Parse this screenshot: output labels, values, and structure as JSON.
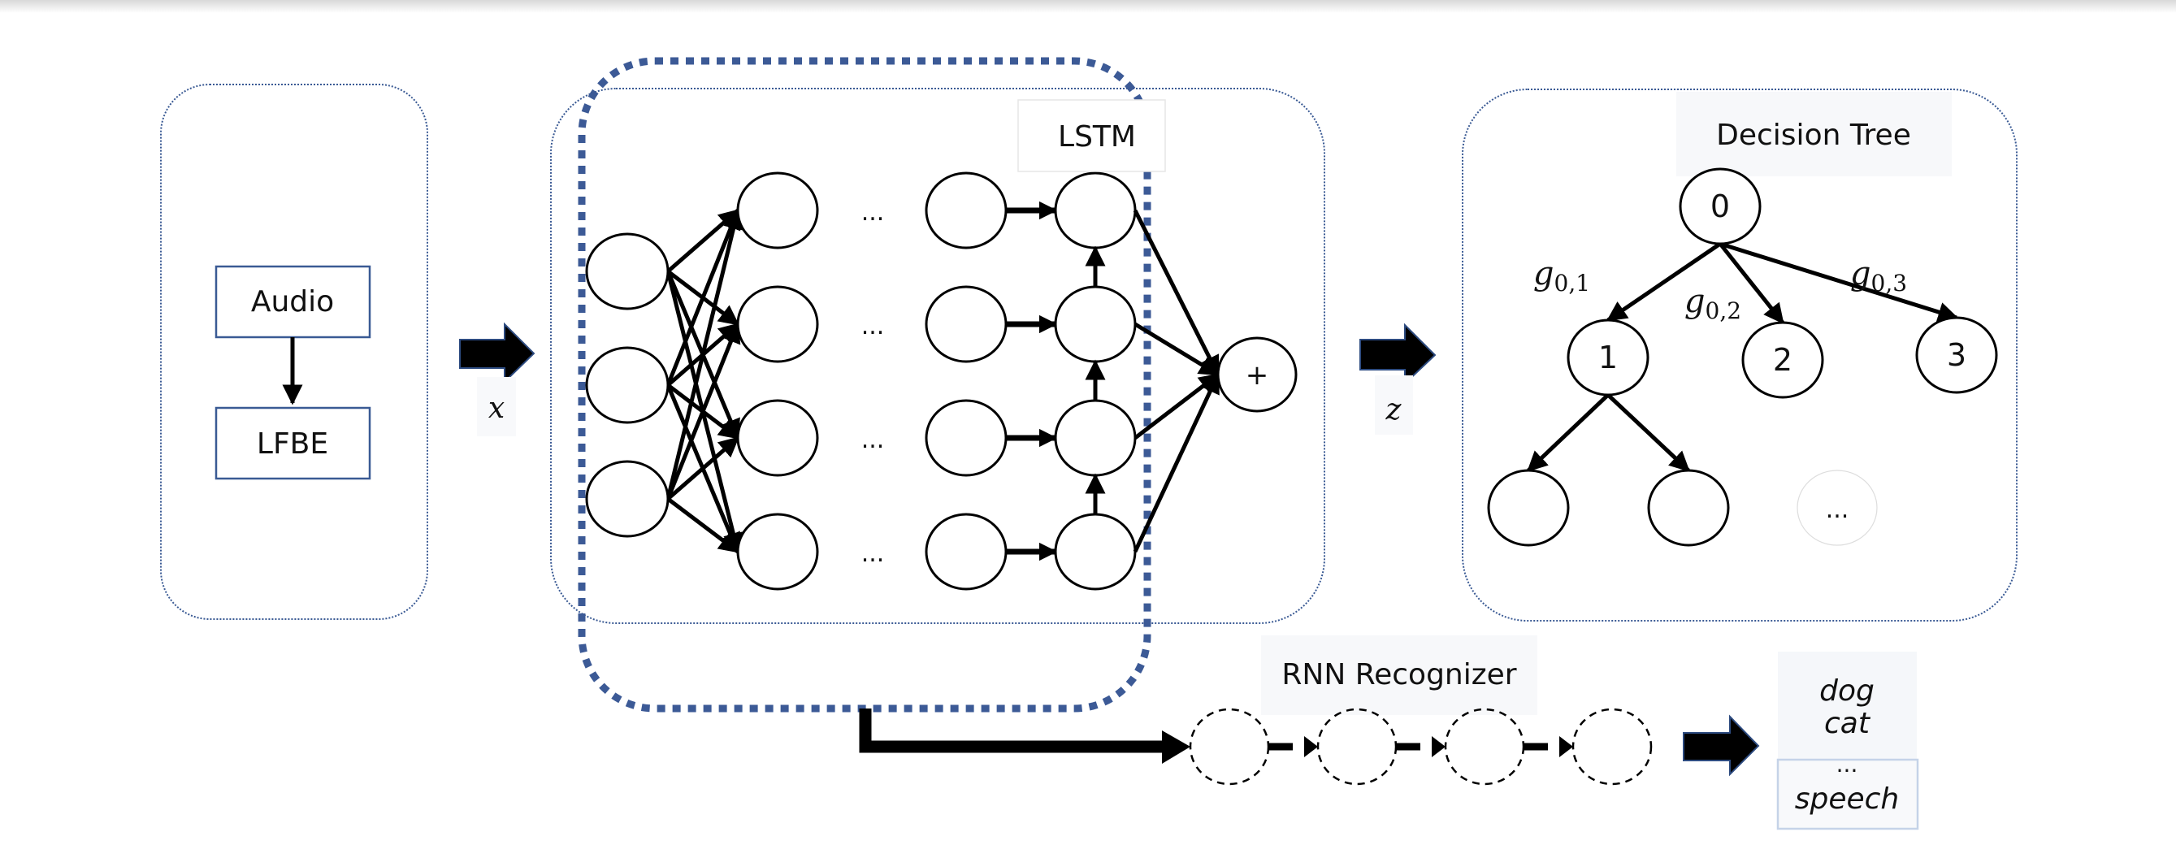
{
  "diagram": {
    "preprocessing": {
      "steps": [
        "Audio",
        "LFBE"
      ]
    },
    "input_arrow_label": "x",
    "lstm": {
      "title": "LSTM",
      "input_nodes": 3,
      "hidden_rows": 4,
      "ellipsis": "...",
      "aggregator_label": "+"
    },
    "feature_arrow_label": "z",
    "decision_tree": {
      "title": "Decision Tree",
      "nodes": [
        "0",
        "1",
        "2",
        "3"
      ],
      "edge_labels": [
        {
          "base": "g",
          "sub": "0,1"
        },
        {
          "base": "g",
          "sub": "0,2"
        },
        {
          "base": "g",
          "sub": "0,3"
        }
      ],
      "leaf_ellipsis": "..."
    },
    "rnn_recognizer": {
      "title": "RNN Recognizer",
      "cells": 4
    },
    "outputs": {
      "words": [
        "dog",
        "cat"
      ],
      "ellipsis": "...",
      "last_word": "speech"
    },
    "colors": {
      "stroke": "#000000",
      "frame_dotted": "#3a5a94",
      "highlight_dashed": "#3c5a96",
      "label_bg": "#f8f9fb",
      "output_box_border": "#c5d3e8"
    }
  }
}
